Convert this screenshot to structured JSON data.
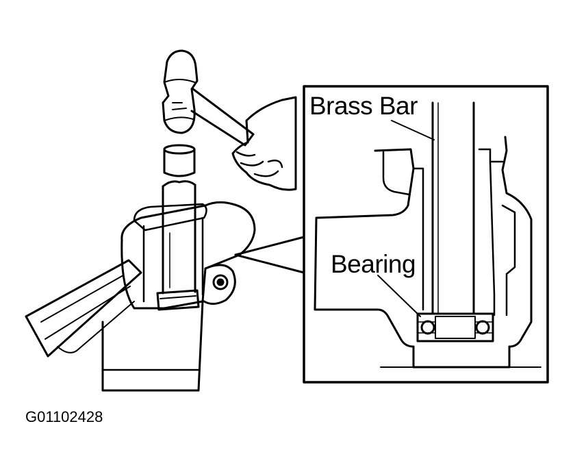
{
  "labels": {
    "brass_bar": "Brass Bar",
    "bearing": "Bearing",
    "figure_code": "G01102428"
  },
  "colors": {
    "line": "#000000",
    "background": "#ffffff"
  }
}
